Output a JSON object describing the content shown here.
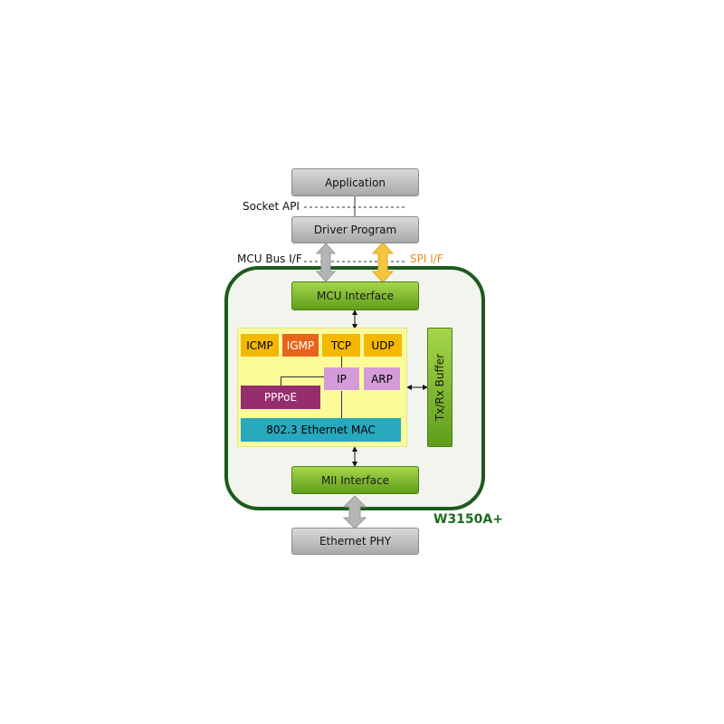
{
  "top_stack": {
    "application": "Application",
    "socket_api": "Socket API",
    "driver_program": "Driver Program",
    "mcu_bus_if": "MCU Bus I/F",
    "spi_if": "SPI I/F"
  },
  "chip": {
    "name": "W3150A+",
    "mcu_interface": "MCU Interface",
    "mii_interface": "MII Interface",
    "tx_rx_buffer": "Tx/Rx Buffer",
    "protocols": {
      "icmp": "ICMP",
      "igmp": "IGMP",
      "tcp": "TCP",
      "udp": "UDP",
      "ip": "IP",
      "arp": "ARP",
      "pppoe": "PPPoE",
      "mac": "802.3 Ethernet MAC"
    }
  },
  "bottom": {
    "ethernet_phy": "Ethernet PHY"
  },
  "colors": {
    "chip_border": "#1e5a1e",
    "chip_fill": "#f2f5ee",
    "green_block": "#7fba2e",
    "yellow_panel": "#fbfb9a",
    "protocol_orange": "#f5b800",
    "igmp_orange": "#e8641c",
    "ip_purple": "#d49bd8",
    "pppoe_maroon": "#962d6e",
    "mac_teal": "#27a8bd",
    "spi_arrow": "#f5c542",
    "bus_arrow": "#b5b5b5",
    "spi_text": "#e88c1a",
    "chip_label": "#1e6b1e"
  }
}
